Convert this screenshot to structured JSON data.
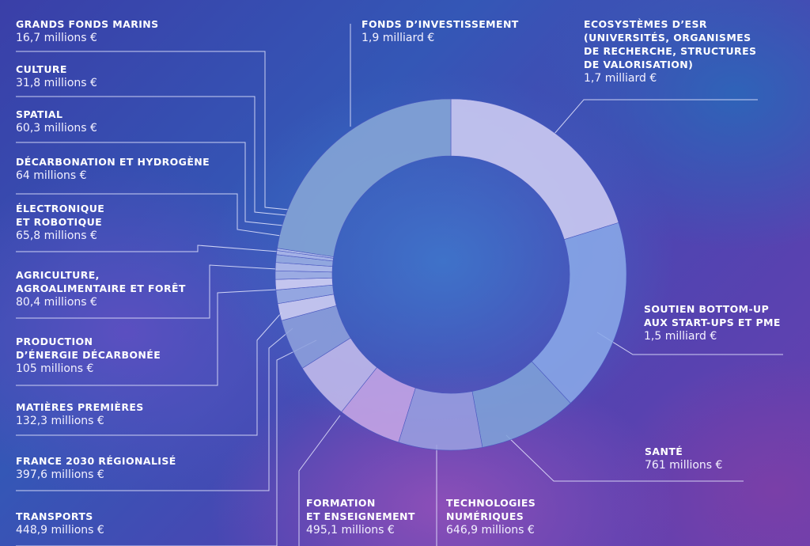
{
  "chart_data": {
    "type": "pie",
    "title": "",
    "slices": [
      {
        "label": "Ecosystèmes d’ESR\n(universités, organismes\nde recherche, structures\nde valorisation)",
        "value_text": "1,7 milliard €",
        "value": 1700,
        "color": "#cfcdf2"
      },
      {
        "label": "Soutien bottom-up\naux start-ups et PME",
        "value_text": "1,5 milliard €",
        "value": 1500,
        "color": "#8aa8e8"
      },
      {
        "label": "Santé",
        "value_text": "761 millions €",
        "value": 761,
        "color": "#7fa2d8"
      },
      {
        "label": "Technologies\nnumériques",
        "value_text": "646,9 millions €",
        "value": 646.9,
        "color": "#9a9fe0"
      },
      {
        "label": "Formation\net enseignement",
        "value_text": "495,1 millions €",
        "value": 495.1,
        "color": "#c6a6e6"
      },
      {
        "label": "Transports",
        "value_text": "448,9 millions €",
        "value": 448.9,
        "color": "#c4bcec"
      },
      {
        "label": "France 2030 régionalisé",
        "value_text": "397,6 millions €",
        "value": 397.6,
        "color": "#8ea0dc"
      },
      {
        "label": "Matières premières",
        "value_text": "132,3 millions €",
        "value": 132.3,
        "color": "#d2d0f4"
      },
      {
        "label": "Production\nd’énergie décarbonée",
        "value_text": "105 millions €",
        "value": 105,
        "color": "#9fb0e6"
      },
      {
        "label": "Agriculture,\nagroalimentaire et forêt",
        "value_text": "80,4 millions €",
        "value": 80.4,
        "color": "#d6d4f6"
      },
      {
        "label": "Électronique\net robotique",
        "value_text": "65,8 millions €",
        "value": 65.8,
        "color": "#a9b6e8"
      },
      {
        "label": "Décarbonation et hydrogène",
        "value_text": "64 millions €",
        "value": 64,
        "color": "#b8c2ee"
      },
      {
        "label": "Spatial",
        "value_text": "60,3 millions €",
        "value": 60.3,
        "color": "#9db0e4"
      },
      {
        "label": "Culture",
        "value_text": "31,8 millions €",
        "value": 31.8,
        "color": "#b3bdec"
      },
      {
        "label": "Grands fonds marins",
        "value_text": "16,7 millions €",
        "value": 16.7,
        "color": "#c2caf0"
      },
      {
        "label": "Fonds d’investissement",
        "value_text": "1,9 milliard €",
        "value": 1900,
        "color": "#86a6d6"
      }
    ]
  }
}
